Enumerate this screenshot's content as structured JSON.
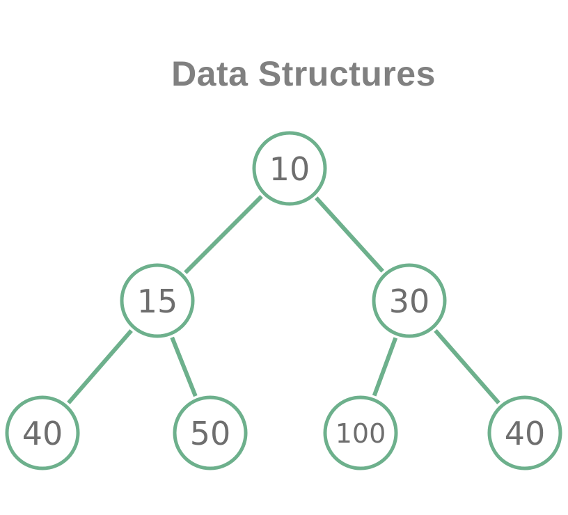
{
  "title": "Data Structures",
  "colors": {
    "edge": "#6db08c",
    "node_border": "#6db08c",
    "node_text": "#6e6e6e",
    "title_text": "#808080"
  },
  "tree": {
    "nodes": [
      {
        "id": "n0",
        "label": "10"
      },
      {
        "id": "n1",
        "label": "15"
      },
      {
        "id": "n2",
        "label": "30"
      },
      {
        "id": "n3",
        "label": "40"
      },
      {
        "id": "n4",
        "label": "50"
      },
      {
        "id": "n5",
        "label": "100"
      },
      {
        "id": "n6",
        "label": "40"
      }
    ],
    "edges": [
      {
        "from": "n0",
        "to": "n1"
      },
      {
        "from": "n0",
        "to": "n2"
      },
      {
        "from": "n1",
        "to": "n3"
      },
      {
        "from": "n1",
        "to": "n4"
      },
      {
        "from": "n2",
        "to": "n5"
      },
      {
        "from": "n2",
        "to": "n6"
      }
    ]
  }
}
